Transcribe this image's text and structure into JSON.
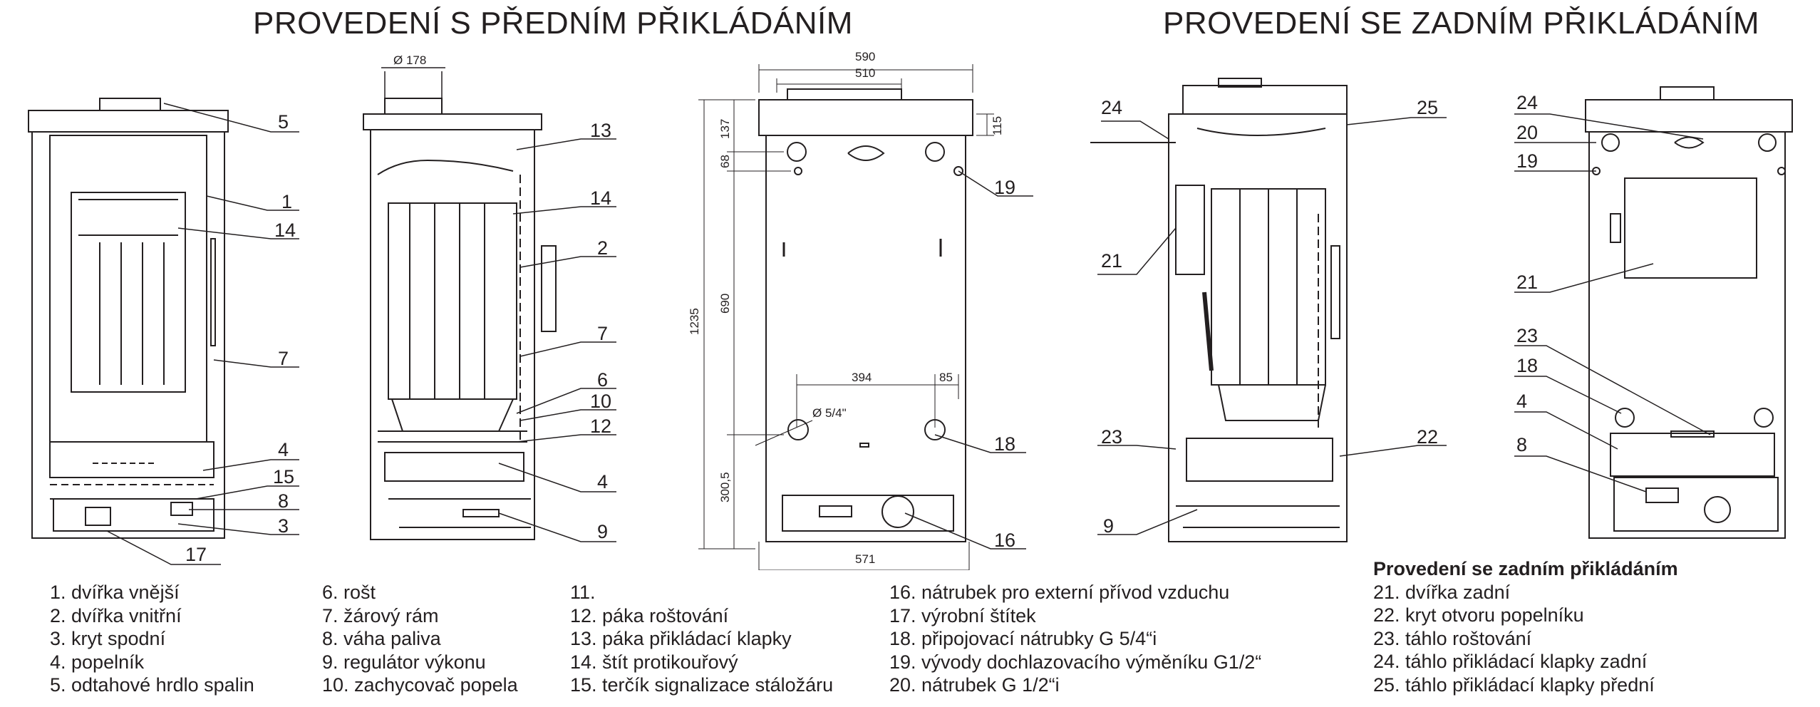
{
  "titles": {
    "front": "PROVEDENÍ S PŘEDNÍM PŘIKLÁDÁNÍM",
    "rear": "PROVEDENÍ SE ZADNÍM PŘIKLÁDÁNÍM"
  },
  "views": {
    "front_view": {
      "callouts": [
        "5",
        "1",
        "14",
        "7",
        "4",
        "15",
        "8",
        "3",
        "17"
      ]
    },
    "section_view": {
      "callouts": [
        "13",
        "14",
        "2",
        "7",
        "6",
        "10",
        "12",
        "4",
        "9"
      ],
      "dim_top": "Ø 178"
    },
    "rear_dim_view": {
      "callouts": [
        "19",
        "18",
        "16"
      ],
      "dims": {
        "w590": "590",
        "w510": "510",
        "h1235": "1235",
        "h137": "137",
        "h68": "68",
        "h690": "690",
        "h300": "300,5",
        "h115": "115",
        "w394": "394",
        "w85": "85",
        "w571": "571",
        "pipe": "Ø 5/4\""
      }
    },
    "rear_section_view": {
      "callouts": [
        "24",
        "25",
        "21",
        "23",
        "22",
        "9"
      ]
    },
    "rear_back_view": {
      "callouts": [
        "24",
        "20",
        "19",
        "21",
        "23",
        "18",
        "4",
        "8"
      ]
    }
  },
  "legend": {
    "col1": [
      "1. dvířka vnější",
      "2. dvířka vnitřní",
      "3. kryt spodní",
      "4. popelník",
      "5. odtahové hrdlo spalin"
    ],
    "col2": [
      "6. rošt",
      "7. žárový rám",
      "8. váha paliva",
      "9. regulátor výkonu",
      "10. zachycovač popela"
    ],
    "col3": [
      "11.",
      "12. páka roštování",
      "13. páka přikládací klapky",
      "14. štít protikouřový",
      "15. terčík signalizace stáložáru"
    ],
    "col4": [
      "16. nátrubek pro externí přívod vzduchu",
      "17. výrobní štítek",
      "18. připojovací nátrubky G 5/4“i",
      "19. vývody dochlazovacího výměníku G1/2“",
      "20. nátrubek G 1/2“i"
    ],
    "col5_heading": "Provedení se zadním přikládáním",
    "col5": [
      "21. dvířka zadní",
      "22. kryt otvoru popelníku",
      "23. táhlo roštování",
      "24. táhlo přikládací klapky zadní",
      "25. táhlo přikládací klapky přední"
    ]
  }
}
